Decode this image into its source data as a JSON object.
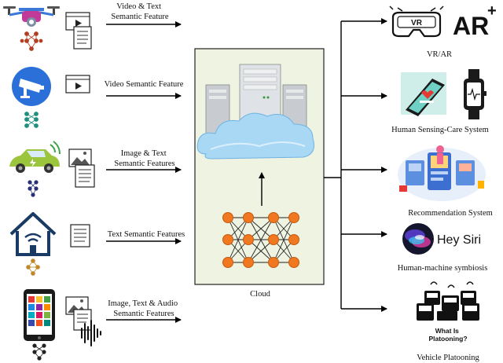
{
  "inputs": [
    {
      "label_lines": [
        "Video & Text",
        "Semantic Feature"
      ],
      "source_icon": "drone-icon",
      "media_icons": [
        "video-icon",
        "document-icon"
      ]
    },
    {
      "label_lines": [
        "Video Semantic Feature"
      ],
      "source_icon": "cctv-camera-icon",
      "media_icons": [
        "video-icon"
      ]
    },
    {
      "label_lines": [
        "Image & Text",
        "Semantic Features"
      ],
      "source_icon": "electric-car-icon",
      "media_icons": [
        "image-icon",
        "document-icon"
      ]
    },
    {
      "label_lines": [
        "Text Semantic Features"
      ],
      "source_icon": "smart-home-icon",
      "media_icons": [
        "document-icon"
      ]
    },
    {
      "label_lines": [
        "Image, Text & Audio",
        "Semantic Features"
      ],
      "source_icon": "smartphone-icon",
      "media_icons": [
        "image-icon",
        "document-icon",
        "audio-wave-icon"
      ]
    }
  ],
  "cloud": {
    "label": "Cloud",
    "icons": [
      "server-icon",
      "cloud-icon",
      "neural-network-icon"
    ],
    "panel_color": "#eef3e2"
  },
  "outputs": [
    {
      "label": "VR/AR",
      "icons": [
        "vr-headset-icon",
        "ar-logo-icon"
      ],
      "ar_text": "AR",
      "ar_plus": "+",
      "vr_text": "VR"
    },
    {
      "label": "Human Sensing-Care System",
      "icons": [
        "health-phone-icon",
        "smartwatch-icon"
      ]
    },
    {
      "label": "Recommendation System",
      "icons": [
        "recommendation-icon"
      ]
    },
    {
      "label": "Human-machine symbiosis",
      "icons": [
        "siri-orb-icon"
      ],
      "siri_text": "Hey Siri"
    },
    {
      "label": "Vehicle Platooning",
      "icons": [
        "truck-platoon-icon"
      ],
      "badge_lines": [
        "What Is",
        "Platooning?"
      ]
    }
  ],
  "colors": {
    "neuron": "#f07820",
    "neuron_stroke": "#c75a0c",
    "panel_border": "#222222",
    "icon_blue": "#2a6fd6",
    "teal": "#1f8f7e"
  }
}
